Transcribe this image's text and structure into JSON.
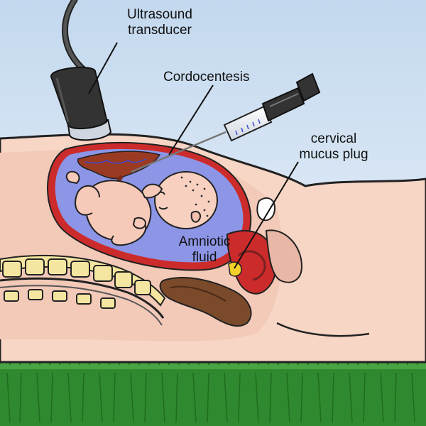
{
  "labels": {
    "transducer_line1": "Ultrasound",
    "transducer_line2": "transducer",
    "cordocentesis": "Cordocentesis",
    "mucus_line1": "cervical",
    "mucus_line2": "mucus plug",
    "amniotic_line1": "Amniotic",
    "amniotic_line2": "fluid"
  },
  "colors": {
    "sky_top": "#c9dcef",
    "skin": "#f7d6c6",
    "amniotic_fluid": "#8c95e6",
    "uterus_wall": "#cc2b2b",
    "placenta": "#9a3a22",
    "spine": "#f4e6a0",
    "bowel": "#7a4a2a",
    "grass": "#2f8a2f",
    "mucus_plug": "#f2d22a"
  }
}
